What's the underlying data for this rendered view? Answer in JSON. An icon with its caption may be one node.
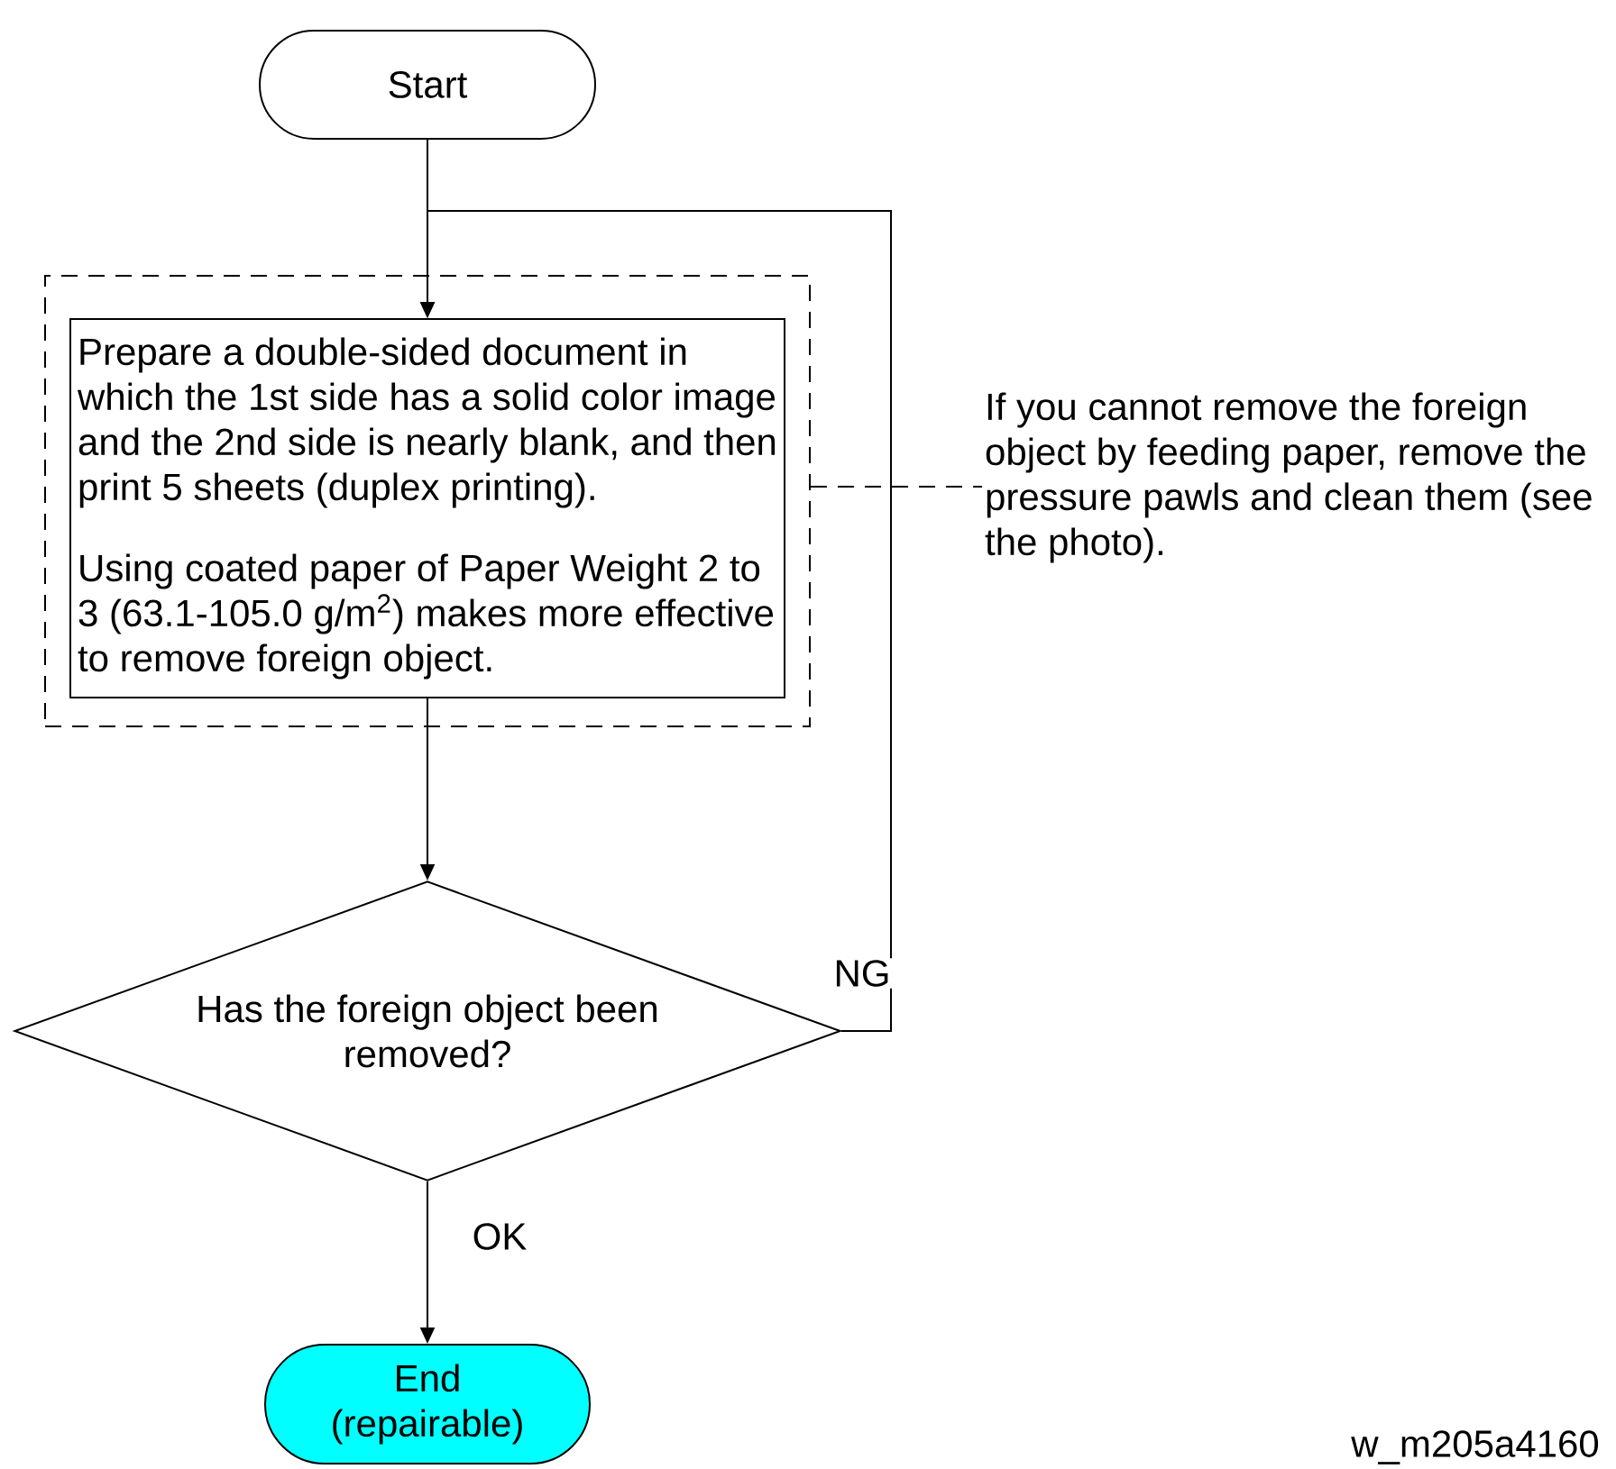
{
  "diagram": {
    "nodes": [
      {
        "text": [
          "Start"
        ]
      },
      {
        "text": [],
        "shape": "box"
      },
      {
        "text": [
          "Prepare a double-sided document in which the 1st side has a solid color image and the 2nd side is nearly blank, and then print 5 sheets (duplex printing).",
          "Using coated paper of Paper Weight 2 to 3 (63.1-105.0 g/m$^{2}$) makes more effective to remove foreign object."
        ],
        "in": 1
      },
      {
        "text": [
          "Has the foreign object been removed?"
        ]
      },
      {
        "text": [
          "End (repairable)"
        ]
      },
      {
        "text": [
          "If you cannot remove the foreign object by feeding paper, remove the pressure pawls and clean them (see the photo)."
        ]
      }
    ],
    "edges": [
      {
        "from": 0,
        "to": 2,
        "arrow": "to"
      },
      {
        "from": 2,
        "to": 3,
        "arrow": "to"
      },
      {
        "from": 3,
        "to": 2,
        "arrow": "to",
        "label": "NG"
      },
      {
        "from": 3,
        "to": 4,
        "arrow": "to",
        "label": "OK"
      },
      {
        "from": 1,
        "to": 5,
        "arrow": "none",
        "style": "dashed"
      }
    ],
    "labels": [
      "w_m205a4160"
    ]
  }
}
